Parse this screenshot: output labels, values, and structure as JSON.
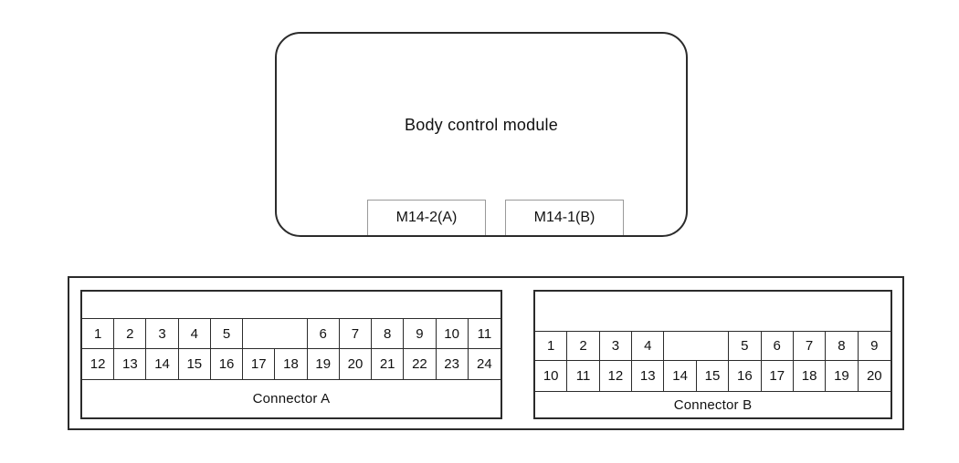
{
  "module": {
    "title": "Body control module",
    "connector_tags": [
      {
        "id": "A",
        "label": "M14-2(A)"
      },
      {
        "id": "B",
        "label": "M14-1(B)"
      }
    ]
  },
  "connector_panel": {
    "connectors": [
      {
        "name": "Connector A",
        "columns": 13,
        "pin_rows": [
          {
            "cells": [
              {
                "label": "1"
              },
              {
                "label": "2"
              },
              {
                "label": "3"
              },
              {
                "label": "4"
              },
              {
                "label": "5"
              },
              {
                "label": "",
                "span": 2
              },
              {
                "label": "6"
              },
              {
                "label": "7"
              },
              {
                "label": "8"
              },
              {
                "label": "9"
              },
              {
                "label": "10"
              },
              {
                "label": "11"
              }
            ]
          },
          {
            "cells": [
              {
                "label": "12"
              },
              {
                "label": "13"
              },
              {
                "label": "14"
              },
              {
                "label": "15"
              },
              {
                "label": "16"
              },
              {
                "label": "17"
              },
              {
                "label": "18"
              },
              {
                "label": "19"
              },
              {
                "label": "20"
              },
              {
                "label": "21"
              },
              {
                "label": "22"
              },
              {
                "label": "23"
              },
              {
                "label": "24"
              }
            ]
          }
        ]
      },
      {
        "name": "Connector B",
        "columns": 11,
        "pin_rows": [
          {
            "cells": [
              {
                "label": "1"
              },
              {
                "label": "2"
              },
              {
                "label": "3"
              },
              {
                "label": "4"
              },
              {
                "label": "",
                "span": 2
              },
              {
                "label": "5"
              },
              {
                "label": "6"
              },
              {
                "label": "7"
              },
              {
                "label": "8"
              },
              {
                "label": "9"
              }
            ]
          },
          {
            "cells": [
              {
                "label": "10"
              },
              {
                "label": "11"
              },
              {
                "label": "12"
              },
              {
                "label": "13"
              },
              {
                "label": "14"
              },
              {
                "label": "15"
              },
              {
                "label": "16"
              },
              {
                "label": "17"
              },
              {
                "label": "18"
              },
              {
                "label": "19"
              },
              {
                "label": "20"
              }
            ]
          }
        ]
      }
    ]
  },
  "colors": {
    "line": "#2b2b2b",
    "tag_border": "#9a9a9a",
    "background": "#ffffff",
    "text": "#111111"
  }
}
